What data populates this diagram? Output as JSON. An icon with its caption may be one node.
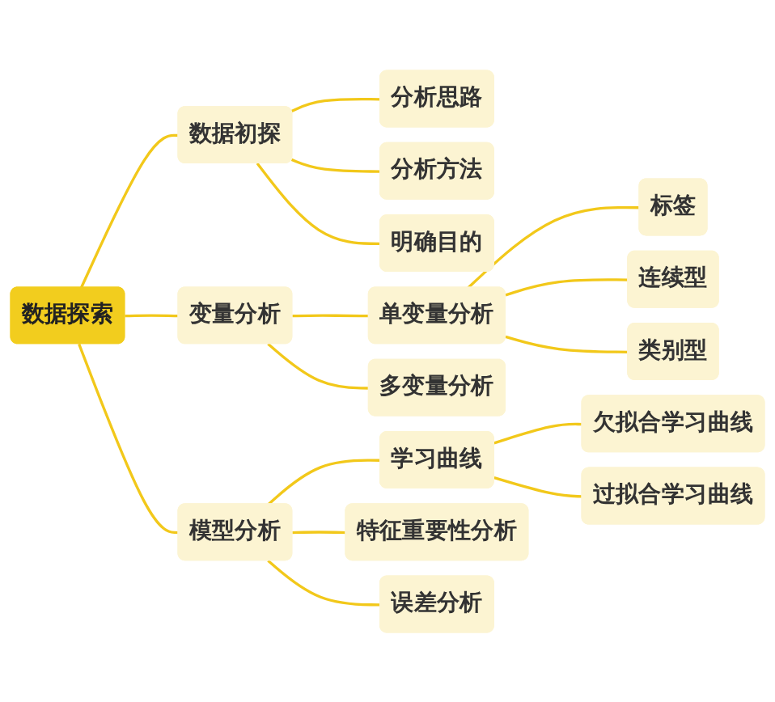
{
  "diagram": {
    "nodes": [
      {
        "text": [
          "数据探索"
        ]
      },
      {
        "text": [
          "数据初探"
        ]
      },
      {
        "text": [
          "分析思路"
        ]
      },
      {
        "text": [
          "分析方法"
        ]
      },
      {
        "text": [
          "明确目的"
        ]
      },
      {
        "text": [
          "变量分析"
        ]
      },
      {
        "text": [
          "单变量分析"
        ]
      },
      {
        "text": [
          "标签"
        ]
      },
      {
        "text": [
          "连续型"
        ]
      },
      {
        "text": [
          "类别型"
        ]
      },
      {
        "text": [
          "多变量分析"
        ]
      },
      {
        "text": [
          "模型分析"
        ]
      },
      {
        "text": [
          "学习曲线"
        ]
      },
      {
        "text": [
          "欠拟合学习曲线"
        ]
      },
      {
        "text": [
          "过拟合学习曲线"
        ]
      },
      {
        "text": [
          "特征重要性分析"
        ]
      },
      {
        "text": [
          "误差分析"
        ]
      }
    ],
    "edges": [
      {
        "from": 0,
        "to": 1,
        "arrow": "none"
      },
      {
        "from": 1,
        "to": 2,
        "arrow": "none"
      },
      {
        "from": 1,
        "to": 3,
        "arrow": "none"
      },
      {
        "from": 1,
        "to": 4,
        "arrow": "none"
      },
      {
        "from": 0,
        "to": 5,
        "arrow": "none"
      },
      {
        "from": 5,
        "to": 6,
        "arrow": "none"
      },
      {
        "from": 6,
        "to": 7,
        "arrow": "none"
      },
      {
        "from": 6,
        "to": 8,
        "arrow": "none"
      },
      {
        "from": 6,
        "to": 9,
        "arrow": "none"
      },
      {
        "from": 5,
        "to": 10,
        "arrow": "none"
      },
      {
        "from": 0,
        "to": 11,
        "arrow": "none"
      },
      {
        "from": 11,
        "to": 12,
        "arrow": "none"
      },
      {
        "from": 12,
        "to": 13,
        "arrow": "none"
      },
      {
        "from": 12,
        "to": 14,
        "arrow": "none"
      },
      {
        "from": 11,
        "to": 15,
        "arrow": "none"
      },
      {
        "from": 11,
        "to": 16,
        "arrow": "none"
      }
    ]
  }
}
